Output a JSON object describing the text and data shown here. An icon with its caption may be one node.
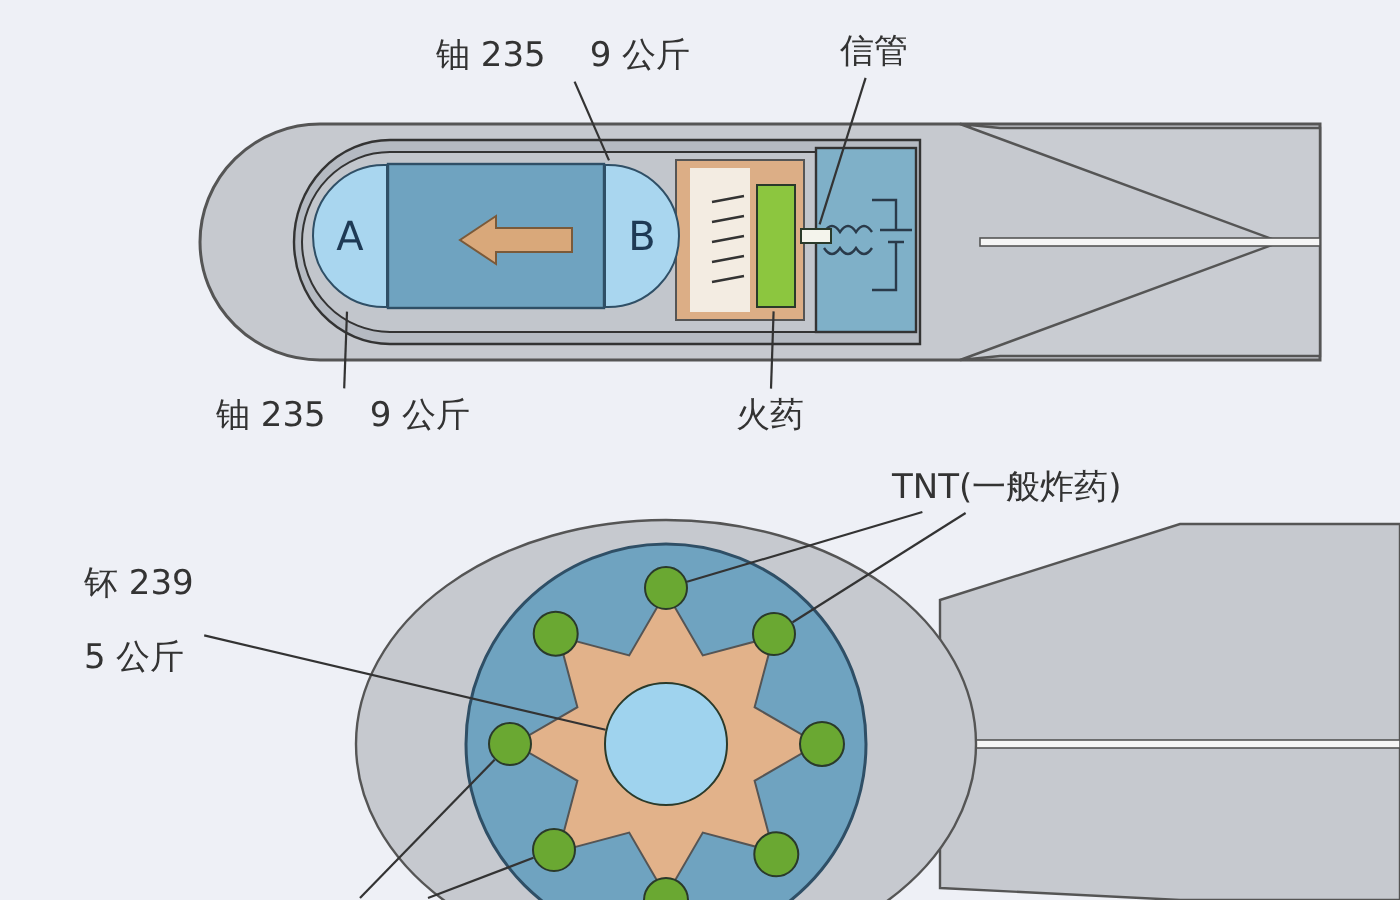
{
  "diagram": {
    "nodes": [
      {
        "text": [
          "铀 235",
          "9 公斤"
        ]
      },
      {
        "text": [
          "B"
        ]
      },
      {
        "text": [
          "A"
        ]
      },
      {
        "text": [
          "铀 235",
          "9 公斤"
        ]
      },
      {
        "text": [
          "信管"
        ]
      },
      {
        "text": [],
        "shape": "box"
      },
      {
        "text": [
          "火药"
        ]
      },
      {
        "text": [],
        "shape": "box"
      },
      {
        "text": [
          "钚 239",
          "5 公斤"
        ]
      },
      {
        "text": [],
        "shape": "circle"
      },
      {
        "text": [
          "TNT(一般炸药)"
        ]
      },
      {
        "text": [],
        "shape": "circle"
      },
      {
        "text": [],
        "shape": "circle"
      },
      {
        "text": [],
        "shape": "circle"
      },
      {
        "text": [],
        "shape": "circle"
      }
    ],
    "edges": [
      {
        "from": 0,
        "to": 1,
        "arrow": "none"
      },
      {
        "from": 3,
        "to": 2,
        "arrow": "none"
      },
      {
        "from": 4,
        "to": 7,
        "arrow": "none"
      },
      {
        "from": 6,
        "to": 5,
        "arrow": "none"
      },
      {
        "from": 8,
        "to": 9,
        "arrow": "none"
      },
      {
        "from": 10,
        "to": 13,
        "arrow": "none"
      },
      {
        "from": 10,
        "to": 14,
        "arrow": "none"
      },
      {
        "from": null,
        "to": 11,
        "arrow": "none"
      },
      {
        "from": null,
        "to": 12,
        "arrow": "none"
      }
    ]
  }
}
